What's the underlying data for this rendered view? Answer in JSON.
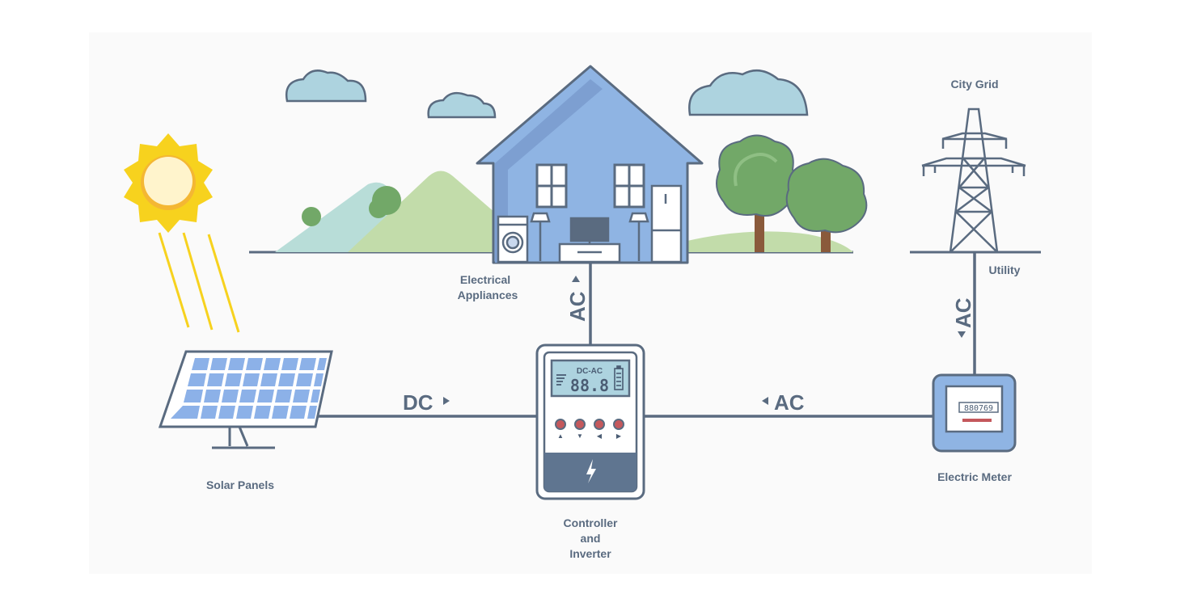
{
  "labels": {
    "solar_panels": "Solar Panels",
    "electrical_appliances_1": "Electrical",
    "electrical_appliances_2": "Appliances",
    "controller_1": "Controller",
    "controller_2": "and",
    "controller_3": "Inverter",
    "city_grid": "City Grid",
    "utility": "Utility",
    "electric_meter": "Electric Meter"
  },
  "flows": {
    "dc": "DC",
    "ac_house": "AC",
    "ac_meter": "AC",
    "ac_grid": "AC"
  },
  "inverter": {
    "screen_label": "DC-AC",
    "screen_value": "88.8",
    "buttons": [
      "▲",
      "▼",
      "◀",
      "▶"
    ]
  },
  "meter": {
    "reading": "880769"
  },
  "colors": {
    "outline": "#5a6b80",
    "house": "#8fb4e3",
    "sun": "#f7d21e",
    "cloud": "#add3df",
    "tree": "#72a868",
    "hill_green": "#c2dcaa",
    "hill_teal": "#b8ddd8",
    "panel_cell": "#8cb1e8",
    "meter_red": "#c4585c"
  }
}
